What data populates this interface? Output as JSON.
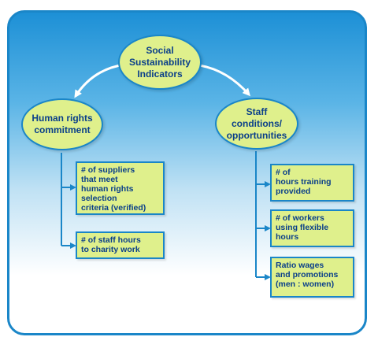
{
  "root": {
    "label": "Social\nSustainability\nIndicators"
  },
  "left": {
    "label": "Human rights\ncommitment",
    "items": [
      "# of suppliers\nthat meet\nhuman rights\nselection\ncriteria (verified)",
      "# of staff hours\nto charity work"
    ]
  },
  "right": {
    "label": "Staff\nconditions/\nopportunities",
    "items": [
      "# of\nhours training\nprovided",
      "# of workers\nusing flexible\nhours",
      "Ratio wages\nand promotions\n(men : women)"
    ]
  },
  "colors": {
    "frame": "#1a86c8",
    "node_fill": "#dff08c",
    "text": "#0a3f8a",
    "arrow": "#ffffff",
    "connector": "#1a86c8"
  }
}
